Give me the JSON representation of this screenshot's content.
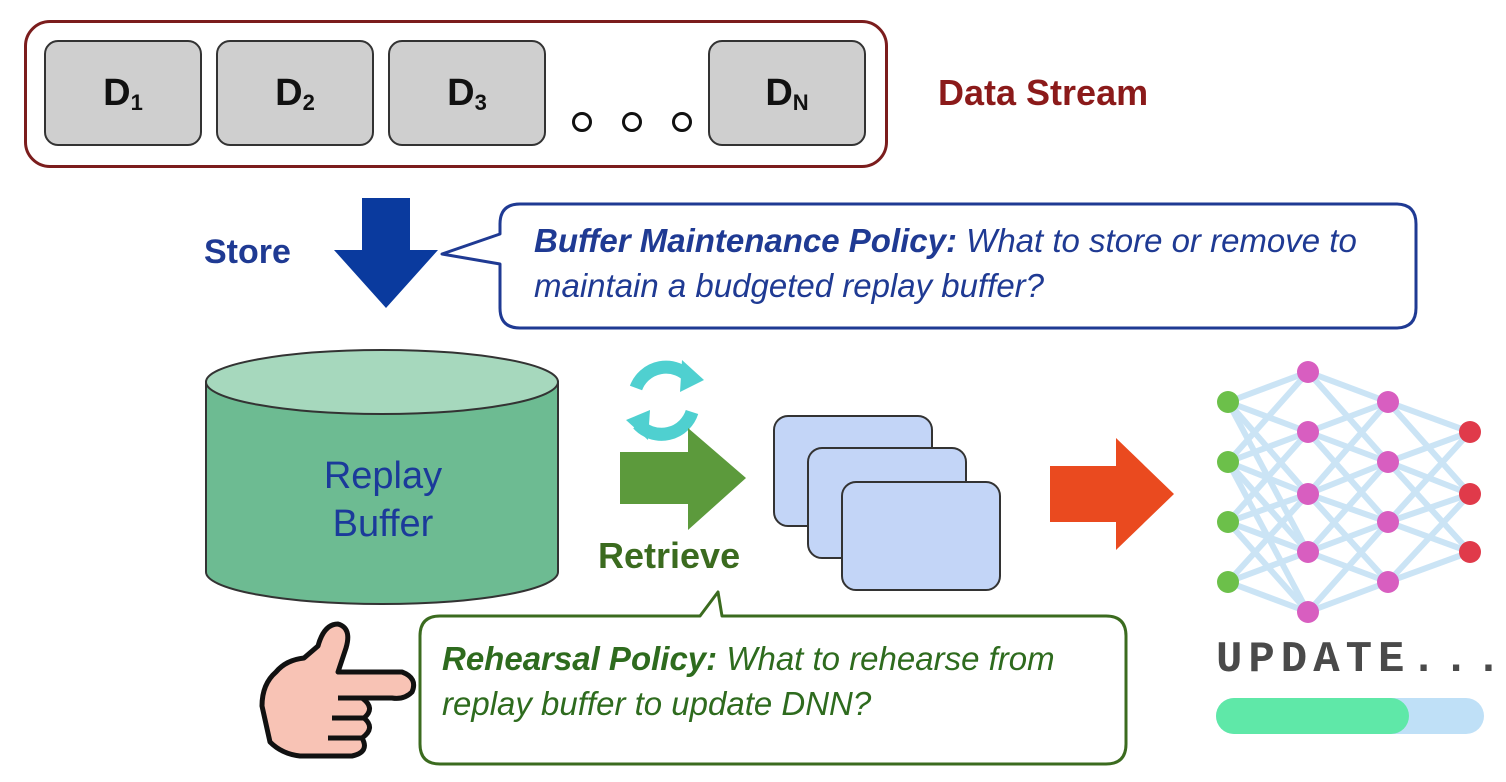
{
  "data_stream": {
    "label": "Data Stream",
    "blocks": [
      {
        "letter": "D",
        "sub": "1"
      },
      {
        "letter": "D",
        "sub": "2"
      },
      {
        "letter": "D",
        "sub": "3"
      },
      {
        "letter": "D",
        "sub": "N"
      }
    ],
    "frame_color": "#7b1d1d"
  },
  "store": {
    "label": "Store",
    "arrow_color": "#0a3a9e"
  },
  "buffer_policy": {
    "title": "Buffer Maintenance Policy:",
    "body": "What to store or remove to maintain a budgeted replay buffer?"
  },
  "replay_buffer": {
    "label_line1": "Replay",
    "label_line2": "Buffer",
    "color": "#6dbb92"
  },
  "retrieve": {
    "label": "Retrieve",
    "arrow_color": "#5c9a3c"
  },
  "rehearsal_policy": {
    "title": "Rehearsal Policy:",
    "body": "What to rehearse from replay buffer to update DNN?"
  },
  "update": {
    "label": "UPDATE...",
    "progress": 0.72
  }
}
